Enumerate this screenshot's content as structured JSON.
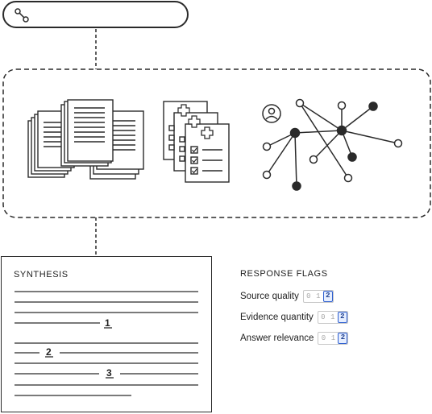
{
  "query": {
    "icon": "connection-icon"
  },
  "sources": {
    "documents_icon": "document-stack-icon",
    "records_icon": "medical-records-icon",
    "graph_icon": "knowledge-graph-icon",
    "person_icon": "person-icon"
  },
  "synthesis": {
    "title": "SYNTHESIS",
    "citations": [
      "1",
      "2",
      "3"
    ]
  },
  "response_flags": {
    "title": "RESPONSE FLAGS",
    "scale": [
      "0",
      "1",
      "2"
    ],
    "flags": [
      {
        "label": "Source quality",
        "value": 2
      },
      {
        "label": "Evidence quantity",
        "value": 2
      },
      {
        "label": "Answer relevance",
        "value": 2
      }
    ]
  },
  "colors": {
    "ink": "#1f1f1f",
    "selected_border": "#2e5fd0",
    "selected_fill": "#e6eeff"
  }
}
